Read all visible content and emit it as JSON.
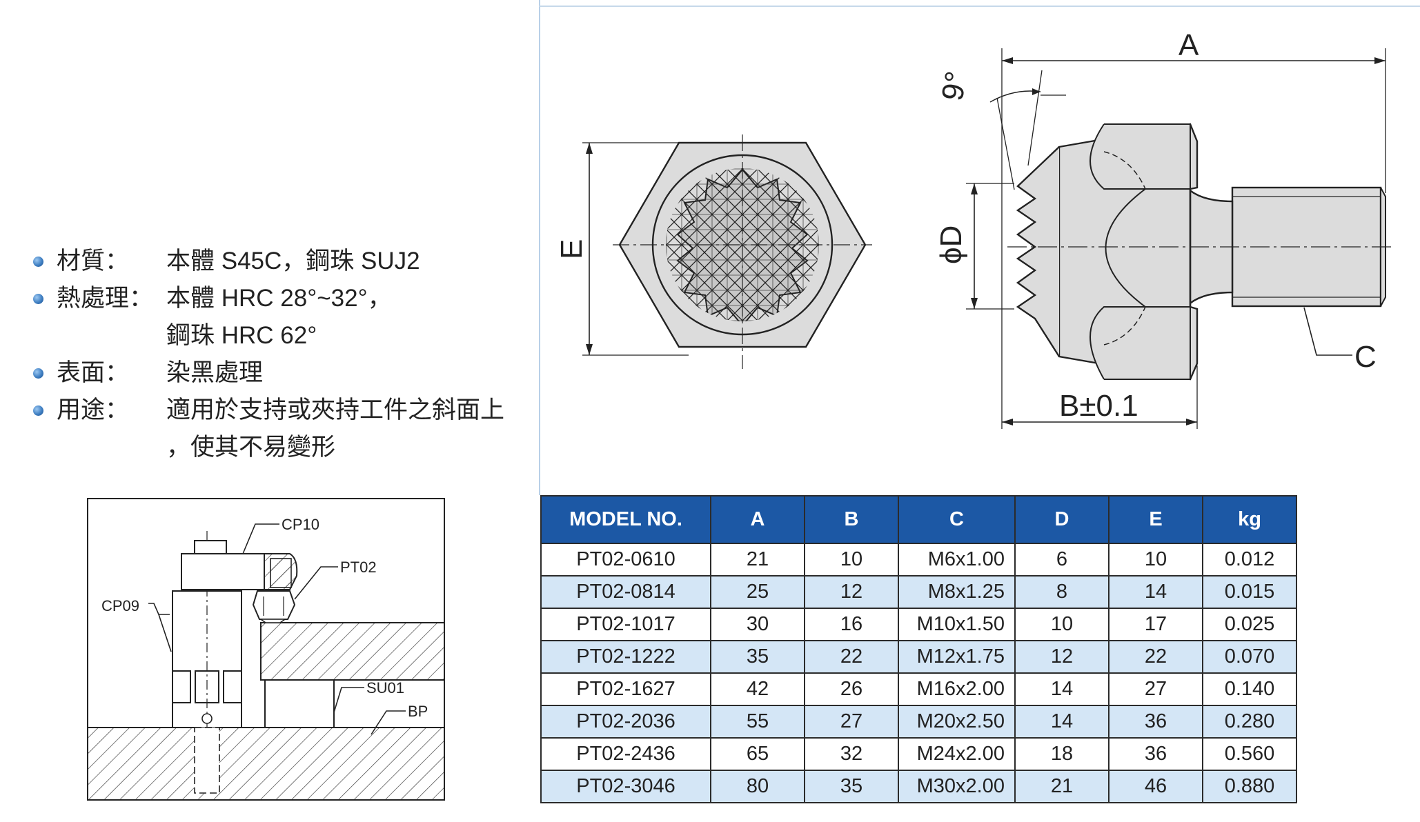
{
  "specs": [
    {
      "label": "材質：",
      "value": "本體  S45C，鋼珠  SUJ2"
    },
    {
      "label": "熱處理：",
      "value": "本體  HRC 28°~32°，",
      "continuation": "鋼珠  HRC 62°"
    },
    {
      "label": "表面：",
      "value": "染黑處理"
    },
    {
      "label": "用途：",
      "value": "適用於支持或夾持工件之斜面上",
      "continuation": "，使其不易變形"
    }
  ],
  "drawing": {
    "dim_A": "A",
    "dim_B": "B±0.1",
    "dim_C": "C",
    "dim_D": "ϕD",
    "dim_E": "E",
    "angle": "9°"
  },
  "assembly": {
    "labels": {
      "cp10": "CP10",
      "pt02": "PT02",
      "cp09": "CP09",
      "su01": "SU01",
      "bp": "BP"
    }
  },
  "table": {
    "headers": [
      "MODEL NO.",
      "A",
      "B",
      "C",
      "D",
      "E",
      "kg"
    ],
    "rows": [
      [
        "PT02-0610",
        "21",
        "10",
        "M6x1.00",
        "6",
        "10",
        "0.012"
      ],
      [
        "PT02-0814",
        "25",
        "12",
        "M8x1.25",
        "8",
        "14",
        "0.015"
      ],
      [
        "PT02-1017",
        "30",
        "16",
        "M10x1.50",
        "10",
        "17",
        "0.025"
      ],
      [
        "PT02-1222",
        "35",
        "22",
        "M12x1.75",
        "12",
        "22",
        "0.070"
      ],
      [
        "PT02-1627",
        "42",
        "26",
        "M16x2.00",
        "14",
        "27",
        "0.140"
      ],
      [
        "PT02-2036",
        "55",
        "27",
        "M20x2.50",
        "14",
        "36",
        "0.280"
      ],
      [
        "PT02-2436",
        "65",
        "32",
        "M24x2.00",
        "18",
        "36",
        "0.560"
      ],
      [
        "PT02-3046",
        "80",
        "35",
        "M30x2.00",
        "21",
        "46",
        "0.880"
      ]
    ]
  },
  "colors": {
    "header_bg": "#1c58a5",
    "row_alt": "#d4e6f6",
    "bullet": "#3f7fc2",
    "part_fill": "#dcdcdc"
  }
}
